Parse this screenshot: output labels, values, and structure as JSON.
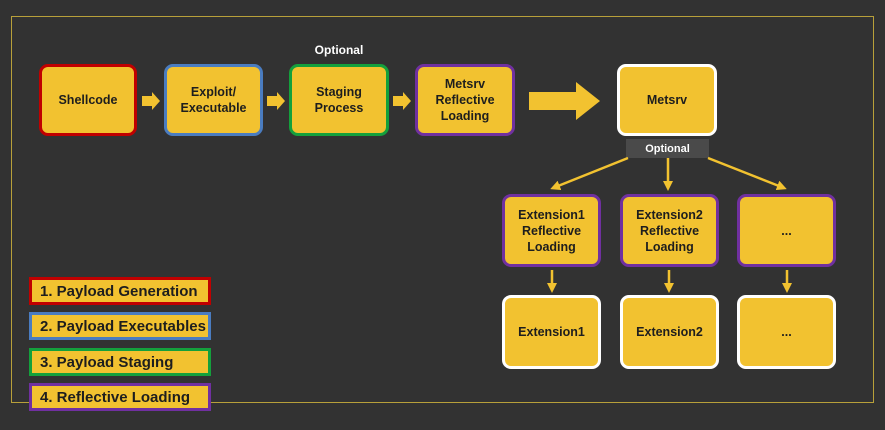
{
  "optional_top": "Optional",
  "optional_badge": "Optional",
  "nodes": {
    "shellcode": "Shellcode",
    "exploit": "Exploit/\nExecutable",
    "staging": "Staging\nProcess",
    "metsrv_loading": "Metsrv\nReflective\nLoading",
    "metsrv": "Metsrv",
    "ext1_loading": "Extension1\nReflective\nLoading",
    "ext2_loading": "Extension2\nReflective\nLoading",
    "ext_more_loading": "...",
    "ext1": "Extension1",
    "ext2": "Extension2",
    "ext_more": "..."
  },
  "legend": [
    {
      "label": "1. Payload Generation",
      "color": "#c00000"
    },
    {
      "label": "2. Payload Executables",
      "color": "#4a7cc0"
    },
    {
      "label": "3. Payload Staging",
      "color": "#14a03c"
    },
    {
      "label": "4. Reflective Loading",
      "color": "#7030a0"
    }
  ],
  "colors": {
    "box_fill": "#f2c230",
    "arrow": "#f2c230",
    "frame": "#b8a03a"
  }
}
